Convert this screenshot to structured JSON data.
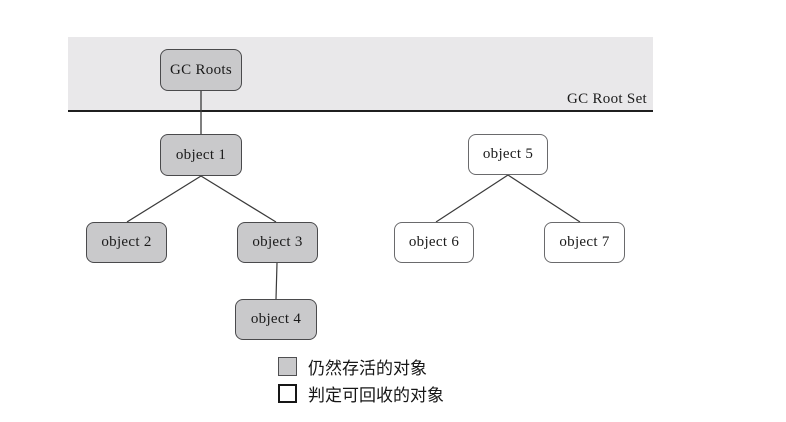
{
  "diagram": {
    "title_semantic": "GC reachability analysis diagram",
    "band": {
      "label": "GC Root Set"
    },
    "nodes": {
      "gc_roots": {
        "label": "GC Roots",
        "type": "alive"
      },
      "object1": {
        "label": "object 1",
        "type": "alive"
      },
      "object2": {
        "label": "object 2",
        "type": "alive"
      },
      "object3": {
        "label": "object 3",
        "type": "alive"
      },
      "object4": {
        "label": "object 4",
        "type": "alive"
      },
      "object5": {
        "label": "object 5",
        "type": "recyclable"
      },
      "object6": {
        "label": "object 6",
        "type": "recyclable"
      },
      "object7": {
        "label": "object 7",
        "type": "recyclable"
      }
    },
    "edges": [
      {
        "from": "gc_roots",
        "to": "object1"
      },
      {
        "from": "object1",
        "to": "object2"
      },
      {
        "from": "object1",
        "to": "object3"
      },
      {
        "from": "object3",
        "to": "object4"
      },
      {
        "from": "object5",
        "to": "object6"
      },
      {
        "from": "object5",
        "to": "object7"
      }
    ],
    "legend": {
      "alive": {
        "label": "仍然存活的对象"
      },
      "recyclable": {
        "label": "判定可回收的对象"
      }
    },
    "colors": {
      "band_fill": "#e9e8ea",
      "alive_fill": "#c9c9cb",
      "recyclable_fill": "#ffffff",
      "border": "#4a4a4c",
      "line": "#3a3a3a",
      "band_line": "#1f1f1f",
      "text": "#1a1a1a"
    }
  }
}
